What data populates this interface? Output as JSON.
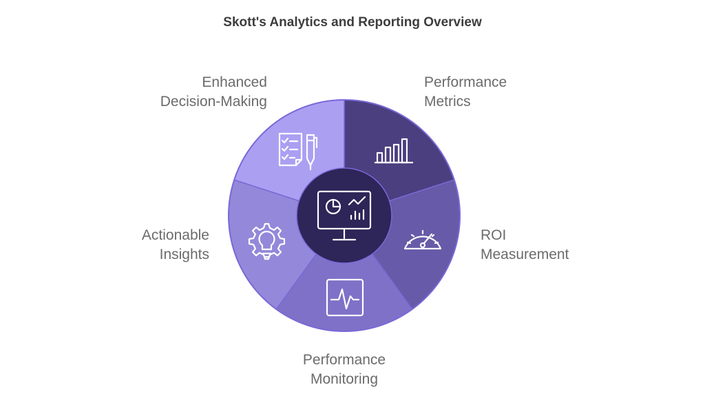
{
  "title": "Skott's Analytics and Reporting Overview",
  "center": {
    "icon": "monitor-dashboard-icon",
    "color": "#2e2558"
  },
  "segments": [
    {
      "id": "performance-metrics",
      "lines": [
        "Performance",
        "Metrics"
      ],
      "icon": "bar-chart-icon",
      "color": "#4b3f80"
    },
    {
      "id": "roi-measurement",
      "lines": [
        "ROI",
        "Measurement"
      ],
      "icon": "speedometer-icon",
      "color": "#675aa8"
    },
    {
      "id": "performance-monitoring",
      "lines": [
        "Performance",
        "Monitoring"
      ],
      "icon": "pulse-monitor-icon",
      "color": "#7f71c8"
    },
    {
      "id": "actionable-insights",
      "lines": [
        "Actionable",
        "Insights"
      ],
      "icon": "lightbulb-gear-icon",
      "color": "#9488da"
    },
    {
      "id": "enhanced-decision-making",
      "lines": [
        "Enhanced",
        "Decision-Making"
      ],
      "icon": "checklist-pen-icon",
      "color": "#ab9ff2"
    }
  ],
  "border_color": "#7a68d6"
}
